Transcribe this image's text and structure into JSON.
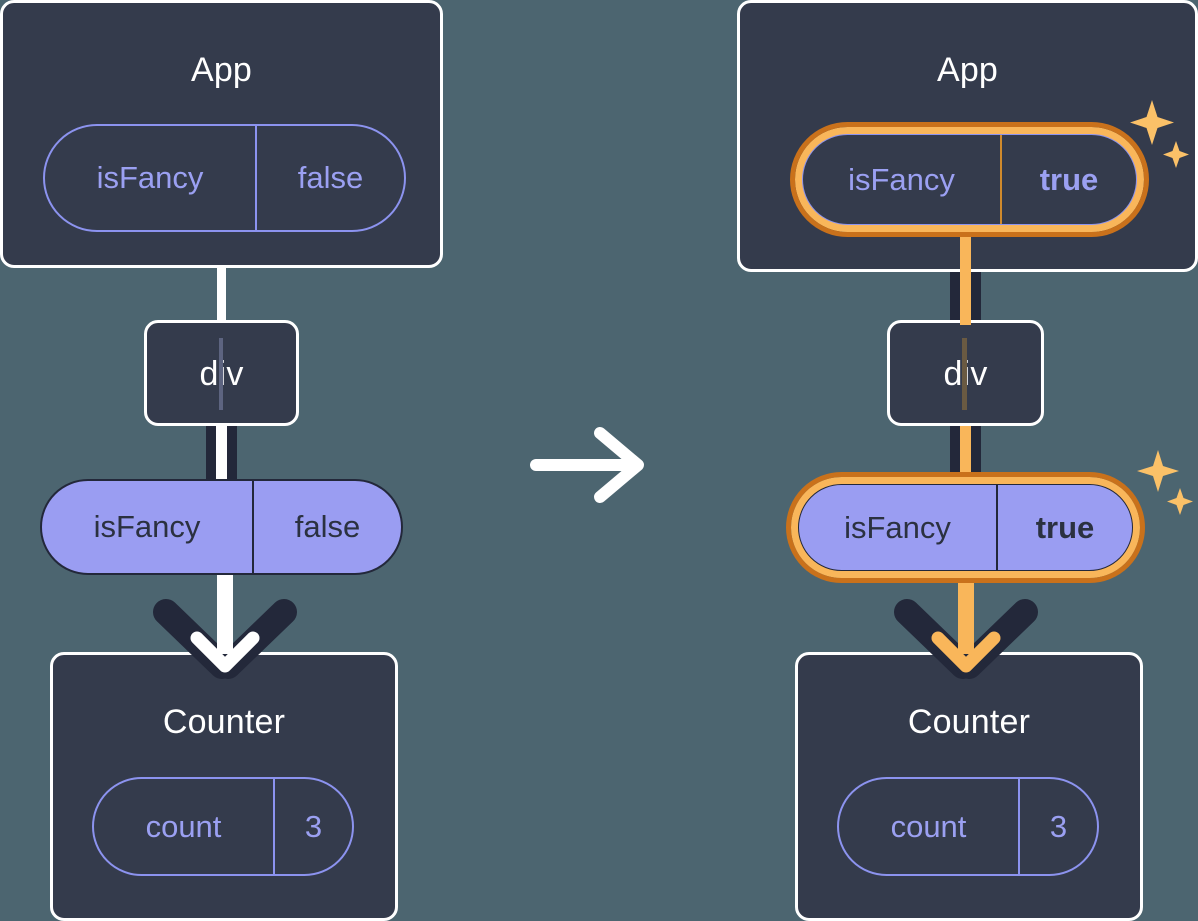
{
  "diagram": {
    "type": "react-state-propagation",
    "background_color": "#4c6570",
    "transition_icon": "right-arrow-icon",
    "highlight_color": "#f9b65a",
    "highlight_outer_color": "#c9711b",
    "prop_pill_color": "#9a9df2",
    "state_pill_outline_color": "#8c93ef",
    "panel_color": "#343b4c"
  },
  "before": {
    "label": "before-state",
    "app": {
      "title": "App",
      "state_pill": {
        "key": "isFancy",
        "value": "false",
        "highlighted": false,
        "bold_value": false
      }
    },
    "div": {
      "title": "div"
    },
    "prop_pill": {
      "key": "isFancy",
      "value": "false",
      "highlighted": false,
      "bold_value": false
    },
    "counter": {
      "title": "Counter",
      "state_pill": {
        "key": "count",
        "value": "3",
        "highlighted": false,
        "bold_value": false
      }
    },
    "arrow_color": "#ffffff",
    "connector_color": "#ffffff"
  },
  "after": {
    "label": "after-state",
    "app": {
      "title": "App",
      "state_pill": {
        "key": "isFancy",
        "value": "true",
        "highlighted": true,
        "bold_value": true
      }
    },
    "div": {
      "title": "div"
    },
    "prop_pill": {
      "key": "isFancy",
      "value": "true",
      "highlighted": true,
      "bold_value": true
    },
    "counter": {
      "title": "Counter",
      "state_pill": {
        "key": "count",
        "value": "3",
        "highlighted": false,
        "bold_value": false
      }
    },
    "arrow_color": "#f9b65a",
    "connector_color": "#f9b65a",
    "sparkle_icon": "sparkles-icon"
  }
}
